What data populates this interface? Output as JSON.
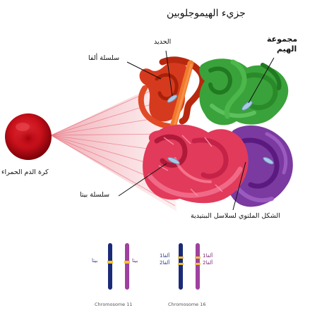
{
  "title": "جزيء الهيموجلوبين",
  "labels": {
    "iron": "الحديد",
    "heme_group_line1": "مجموعة",
    "heme_group_line2": "الهيم",
    "alpha_chain": "سلسلة ألفا",
    "beta_chain": "سلسلة بيتا",
    "red_blood_cell": "كرة الدم الحمراء",
    "helical_shape": "الشكل الملتوي لسلاسل الببتيدية"
  },
  "chromosomes": {
    "left_pair": {
      "label_left": "بيتا",
      "label_right": "بيتا"
    },
    "right_pair": {
      "label_left_top": "ألفا1",
      "label_left_bottom": "ألفا2",
      "label_right_top": "ألفا1",
      "label_right_bottom": "ألفا2"
    },
    "caption_left": "Chromosome 11",
    "caption_right": "Chromosome 16"
  },
  "colors": {
    "alpha_red": "#d63a1e",
    "alpha_orange": "#ef7a2a",
    "heme_green": "#3aa23a",
    "beta_pink": "#e23a5a",
    "beta_purple": "#7a3aa0",
    "heme_blue": "#a9c9e6",
    "blood_cell": "#c8101a",
    "chromosome_blue": "#1b2a78",
    "chromosome_purple": "#a040a0",
    "band_yellow": "#f2c230"
  }
}
